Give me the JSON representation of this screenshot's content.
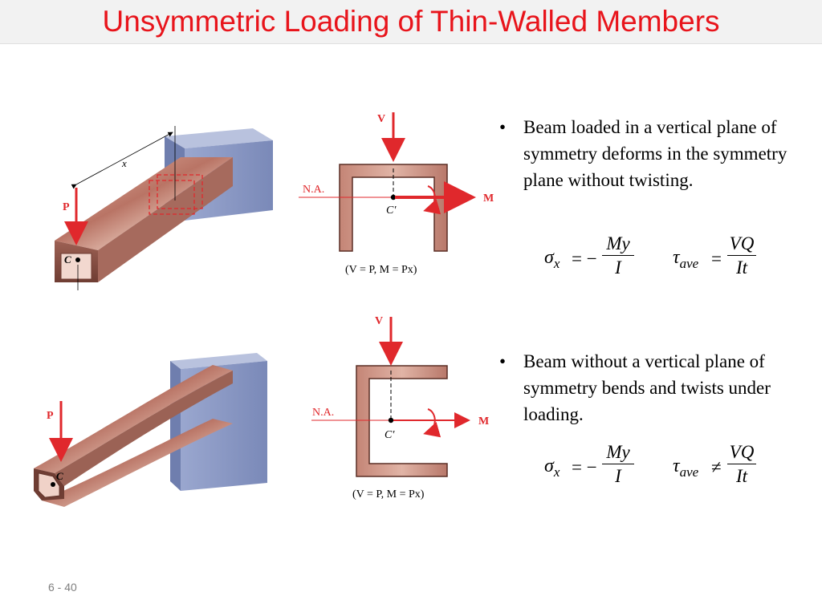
{
  "slide": {
    "title": "Unsymmetric Loading of Thin-Walled Members",
    "page_number": "6 - 40"
  },
  "figure_top": {
    "load_label": "P",
    "dist_label": "x",
    "centroid_label": "C",
    "shear_label": "V",
    "na_label": "N.A.",
    "shear_center_label": "C′",
    "moment_label": "M",
    "caption": "(V = P, M = Px)"
  },
  "figure_bottom": {
    "load_label": "P",
    "centroid_label": "C",
    "shear_label": "V",
    "na_label": "N.A.",
    "shear_center_label": "C′",
    "moment_label": "M",
    "caption": "(V = P, M = Px)"
  },
  "bullets": [
    {
      "text": "Beam loaded in a vertical plane of symmetry deforms in the symmetry plane without twisting."
    },
    {
      "text": "Beam without a vertical plane of symmetry bends and twists under loading."
    }
  ],
  "equations": {
    "top": {
      "sigma": "σ",
      "sigma_sub": "x",
      "eq1": "= −",
      "num1": "My",
      "den1": "I",
      "tau": "τ",
      "tau_sub": "ave",
      "eq2": "=",
      "num2": "VQ",
      "den2": "It"
    },
    "bottom": {
      "sigma": "σ",
      "sigma_sub": "x",
      "eq1": "= −",
      "num1": "My",
      "den1": "I",
      "tau": "τ",
      "tau_sub": "ave",
      "eq2": "≠",
      "num2": "VQ",
      "den2": "It"
    }
  },
  "colors": {
    "title": "#e8141b",
    "beam": "#c98a7c",
    "beam_dark": "#8f5548",
    "wall": "#8f9dc6",
    "arrow": "#e0282c"
  }
}
